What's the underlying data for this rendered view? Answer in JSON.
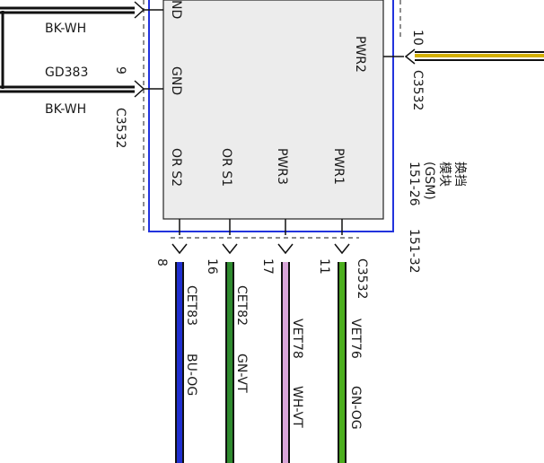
{
  "module": {
    "name_line1": "换挡",
    "name_line2": "模块",
    "name_line3": "(GSM)",
    "ref_inner": "151-26",
    "ref_outer": "151-32"
  },
  "left_wires": [
    {
      "pin_label": "ND",
      "color_code": "BK-WH",
      "circuit": "",
      "pin_number": ""
    },
    {
      "pin_label": "GND",
      "color_code": "BK-WH",
      "circuit": "GD383",
      "pin_number": "9",
      "connector": "C3532"
    }
  ],
  "right_wire": {
    "pin_label": "PWR2",
    "pin_number": "10",
    "connector": "C3532"
  },
  "bottom_wires": [
    {
      "pin_label": "OR S2",
      "pin_number": "8",
      "circuit": "CET83",
      "color_code": "BU-OG",
      "color": "#1f2fd0"
    },
    {
      "pin_label": "OR S1",
      "pin_number": "16",
      "circuit": "CET82",
      "color_code": "GN-VT",
      "color": "#2e8b2e"
    },
    {
      "pin_label": "PWR3",
      "pin_number": "17",
      "circuit": "VET78",
      "color_code": "WH-VT",
      "color": "#d9a6d9"
    },
    {
      "pin_label": "PWR1",
      "pin_number": "11",
      "circuit": "VET76",
      "color_code": "GN-OG",
      "color": "#4caf1e"
    }
  ],
  "bottom_connector": "C3532"
}
